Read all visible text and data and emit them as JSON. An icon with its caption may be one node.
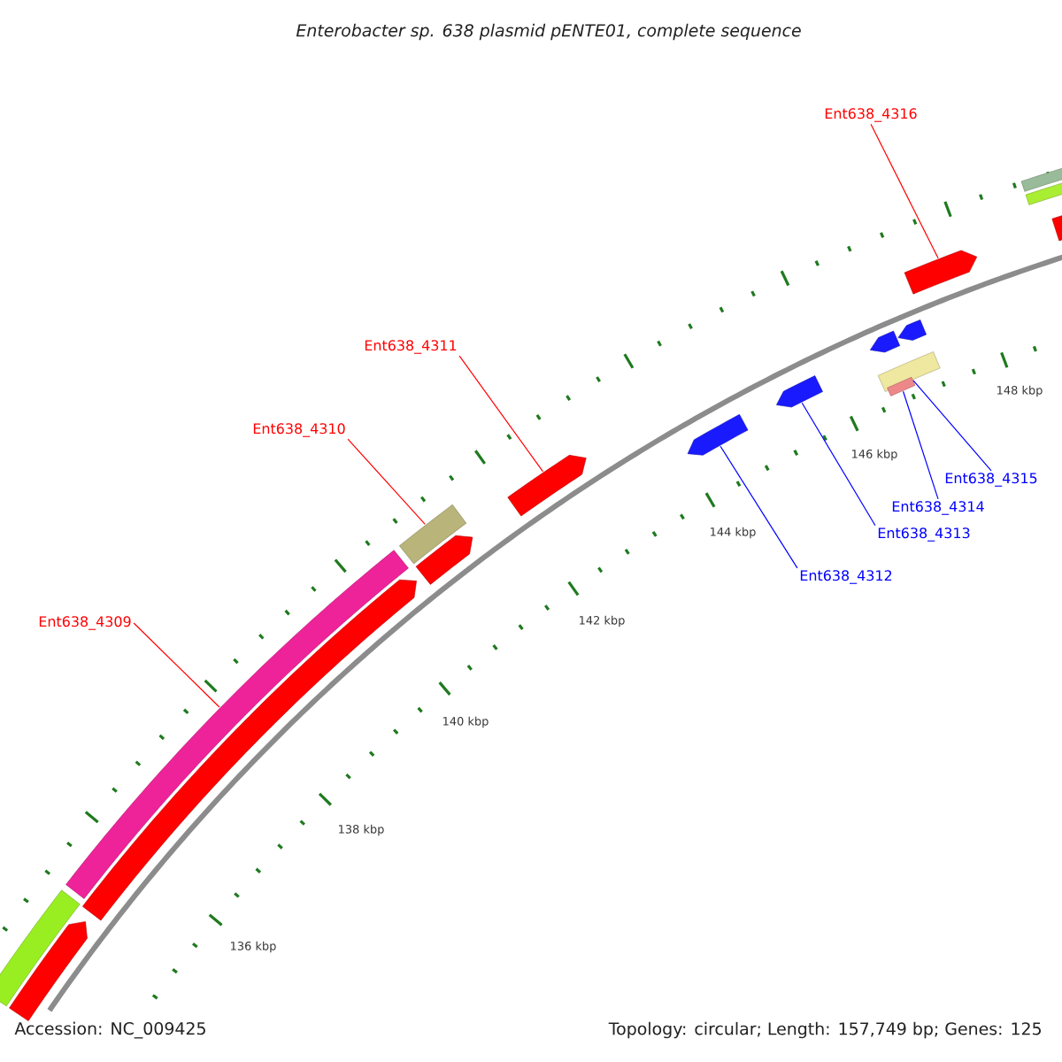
{
  "diagram": {
    "title": "Enterobacter sp. 638 plasmid pENTE01, complete sequence",
    "nodes": [
      {
        "text": [
          "Ent638_4316"
        ]
      },
      {
        "text": [
          "Ent638_4311"
        ]
      },
      {
        "text": [
          "Ent638_4310"
        ]
      },
      {
        "text": [
          "Ent638_4309"
        ]
      },
      {
        "text": [
          "Ent638_4312"
        ]
      },
      {
        "text": [
          "Ent638_4313"
        ]
      },
      {
        "text": [
          "Ent638_4314"
        ]
      },
      {
        "text": [
          "Ent638_4315"
        ]
      },
      {
        "text": [],
        "shape": "bar"
      },
      {
        "text": [],
        "shape": "bar"
      },
      {
        "text": [],
        "shape": "bar"
      },
      {
        "text": [],
        "shape": "bar"
      },
      {
        "text": [],
        "shape": "bar"
      },
      {
        "text": [],
        "shape": "arrow"
      },
      {
        "text": [],
        "shape": "arrow"
      },
      {
        "text": [],
        "shape": "arrow"
      },
      {
        "text": [],
        "shape": "arrow"
      },
      {
        "text": [],
        "shape": "arrow"
      },
      {
        "text": [],
        "shape": "arrow"
      },
      {
        "text": [],
        "shape": "arrow"
      },
      {
        "text": [],
        "shape": "arrow"
      },
      {
        "text": [],
        "shape": "arrow"
      },
      {
        "text": [],
        "shape": "arrow"
      },
      {
        "text": [],
        "shape": "bar"
      },
      {
        "text": [],
        "shape": "bar"
      }
    ],
    "edges": [
      {
        "from": 0,
        "to": 17,
        "arrow": "none",
        "color": "#ff0000"
      },
      {
        "from": 1,
        "to": 16,
        "arrow": "none",
        "color": "#ff0000"
      },
      {
        "from": 2,
        "to": 10,
        "arrow": "none",
        "color": "#ff0000"
      },
      {
        "from": 3,
        "to": 9,
        "arrow": "none",
        "color": "#ff0000"
      },
      {
        "from": 4,
        "to": 19,
        "arrow": "none",
        "color": "#0000ff"
      },
      {
        "from": 5,
        "to": 20,
        "arrow": "none",
        "color": "#0000ff"
      },
      {
        "from": 6,
        "to": 24,
        "arrow": "none",
        "color": "#0000ff"
      },
      {
        "from": 7,
        "to": 23,
        "arrow": "none",
        "color": "#0000ff"
      }
    ],
    "labels": [
      "148 kbp",
      "146 kbp",
      "144 kbp",
      "142 kbp",
      "140 kbp",
      "138 kbp",
      "136 kbp",
      "Accession: NC_009425",
      "Topology: circular; Length: 157,749 bp; Genes: 125"
    ]
  }
}
